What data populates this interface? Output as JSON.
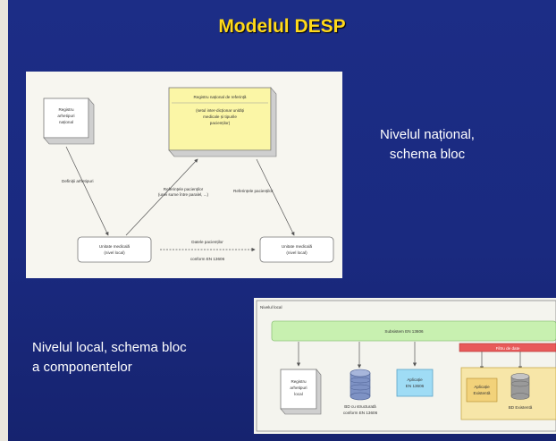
{
  "slide": {
    "title": "Modelul DESP",
    "national_caption_line1": "Nivelul național,",
    "national_caption_line2": "schema bloc",
    "local_caption_line1": "Nivelul local, schema bloc",
    "local_caption_line2": "a componentelor"
  },
  "national_diagram": {
    "top_box_title": "Registru național de referință",
    "top_box_text1": "(setul inter-dicționar unități",
    "top_box_text2": "medicale și tipurile",
    "top_box_text3": "pacienților)",
    "left_box_line1": "Registru",
    "left_box_line2": "arhetipuri",
    "left_box_line3": "național",
    "edge_left": "Definiții arhetipuri",
    "edge_center1": "Referințele pacienților",
    "edge_center2": "(unei sume între paralel, ...)",
    "edge_right": "Referințele pacienților",
    "unit_left_line1": "Unitate medicală",
    "unit_left_line2": "(nivel local)",
    "unit_right_line1": "Unitate medicală",
    "unit_right_line2": "(nivel local)",
    "bottom_edge1": "Datele pacienților",
    "bottom_edge2": "conform EN 13606"
  },
  "local_diagram": {
    "frame_label": "Nivelul local",
    "subsystem_label": "Subsistem EN 13606",
    "red_bar_label": "Filtru de date",
    "box1_line1": "Registru",
    "box1_line2": "arhetipuri",
    "box1_line3": "local",
    "db1_line1": "BD cu structurată",
    "db1_line2": "conform EN 13606",
    "app1_line1": "Aplicație",
    "app1_line2": "EN 13606",
    "app2_line1": "Aplicație",
    "app2_line2": "Existentă",
    "db2_label": "BD Existentă"
  },
  "colors": {
    "title": "#ffd91a",
    "background": "#1c2d86",
    "national_box": "#fbf6a6",
    "subsystem_bar": "#c8f0b0",
    "filter_bar": "#e85a5a",
    "existing_app": "#f7e6a8",
    "en_app": "#9fdcf5"
  }
}
